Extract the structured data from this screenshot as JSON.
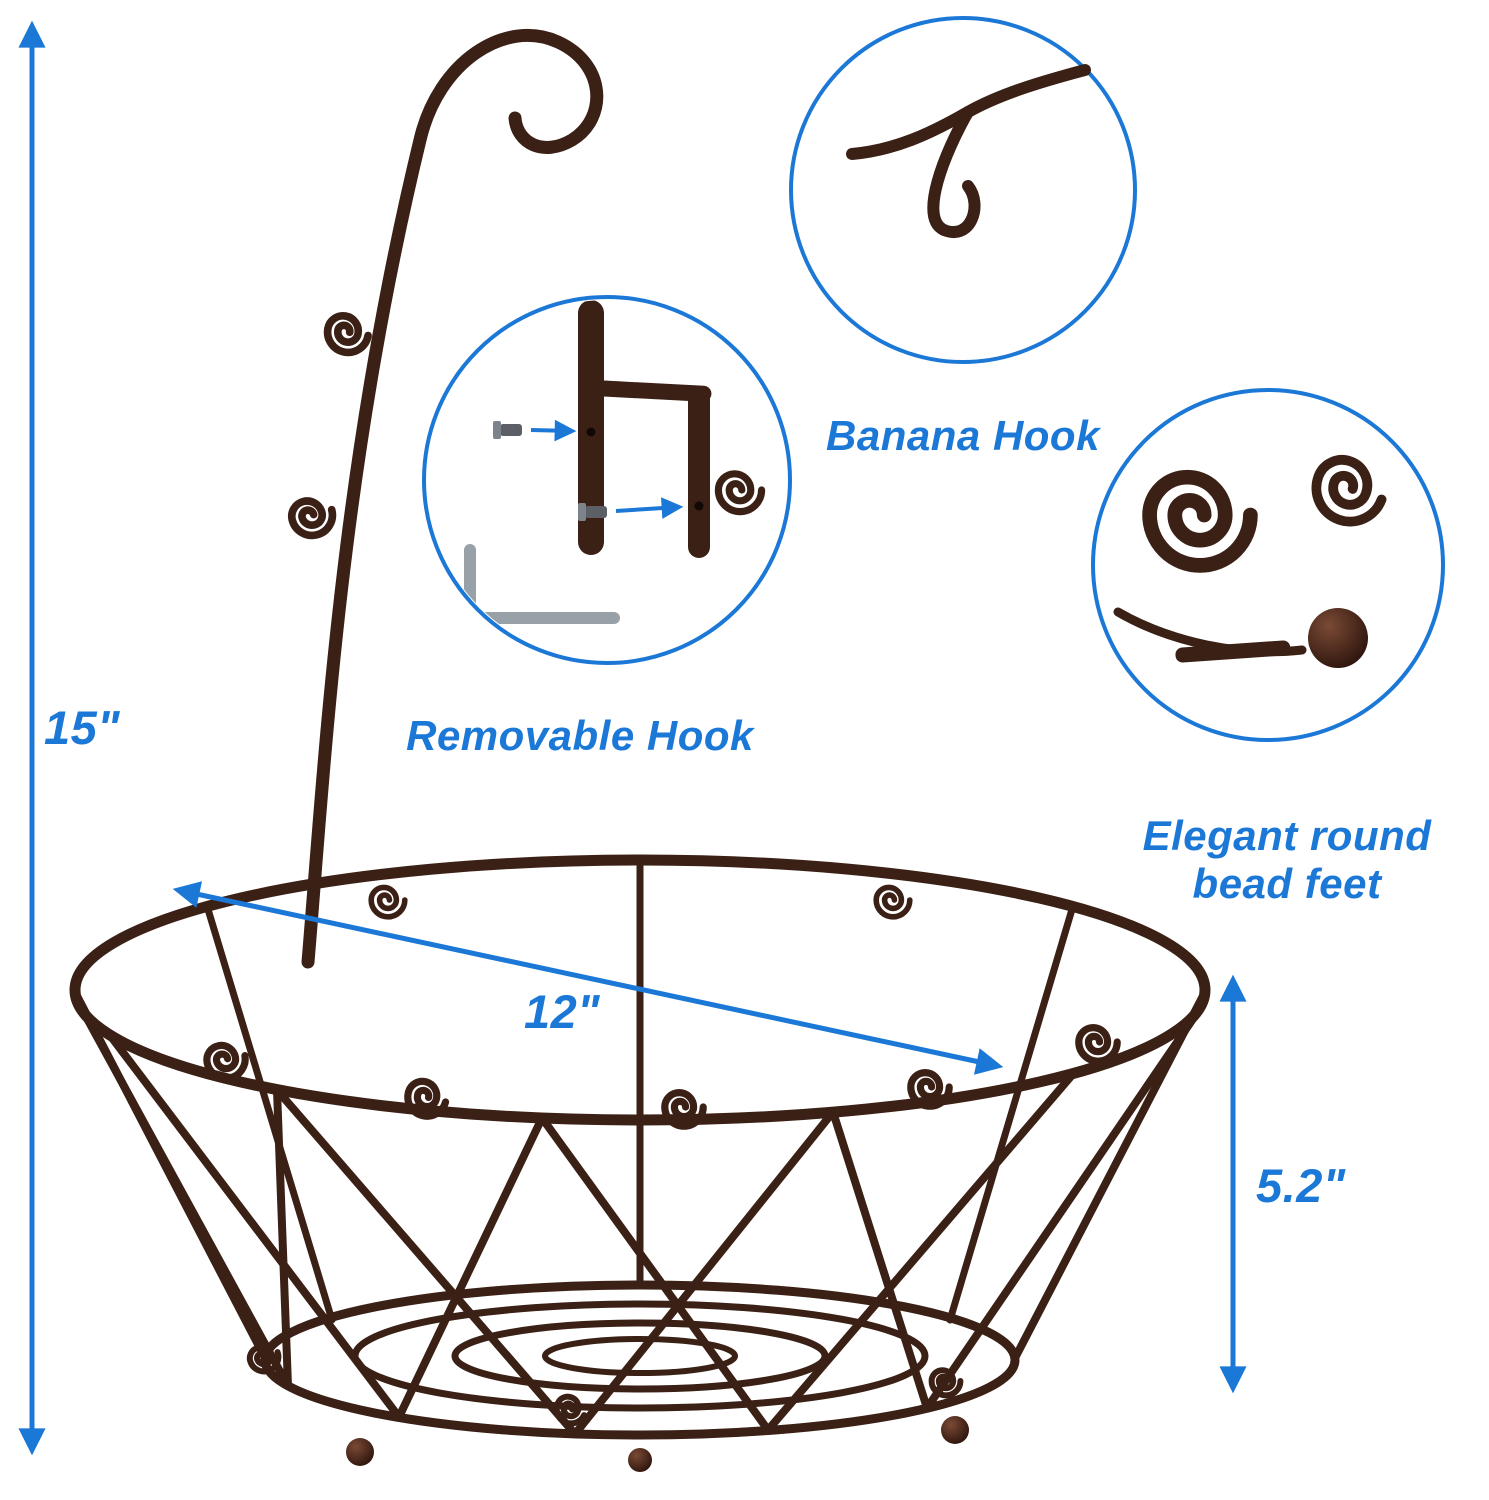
{
  "callouts": {
    "banana_hook": "Banana Hook",
    "removable_hook": "Removable Hook",
    "bead_feet": "Elegant round bead feet"
  },
  "dimensions": {
    "height": "15\"",
    "diameter": "12\"",
    "basket_height": "5.2\""
  },
  "colors": {
    "accent_blue": "#1b78d6",
    "bronze": "#3b2016"
  }
}
